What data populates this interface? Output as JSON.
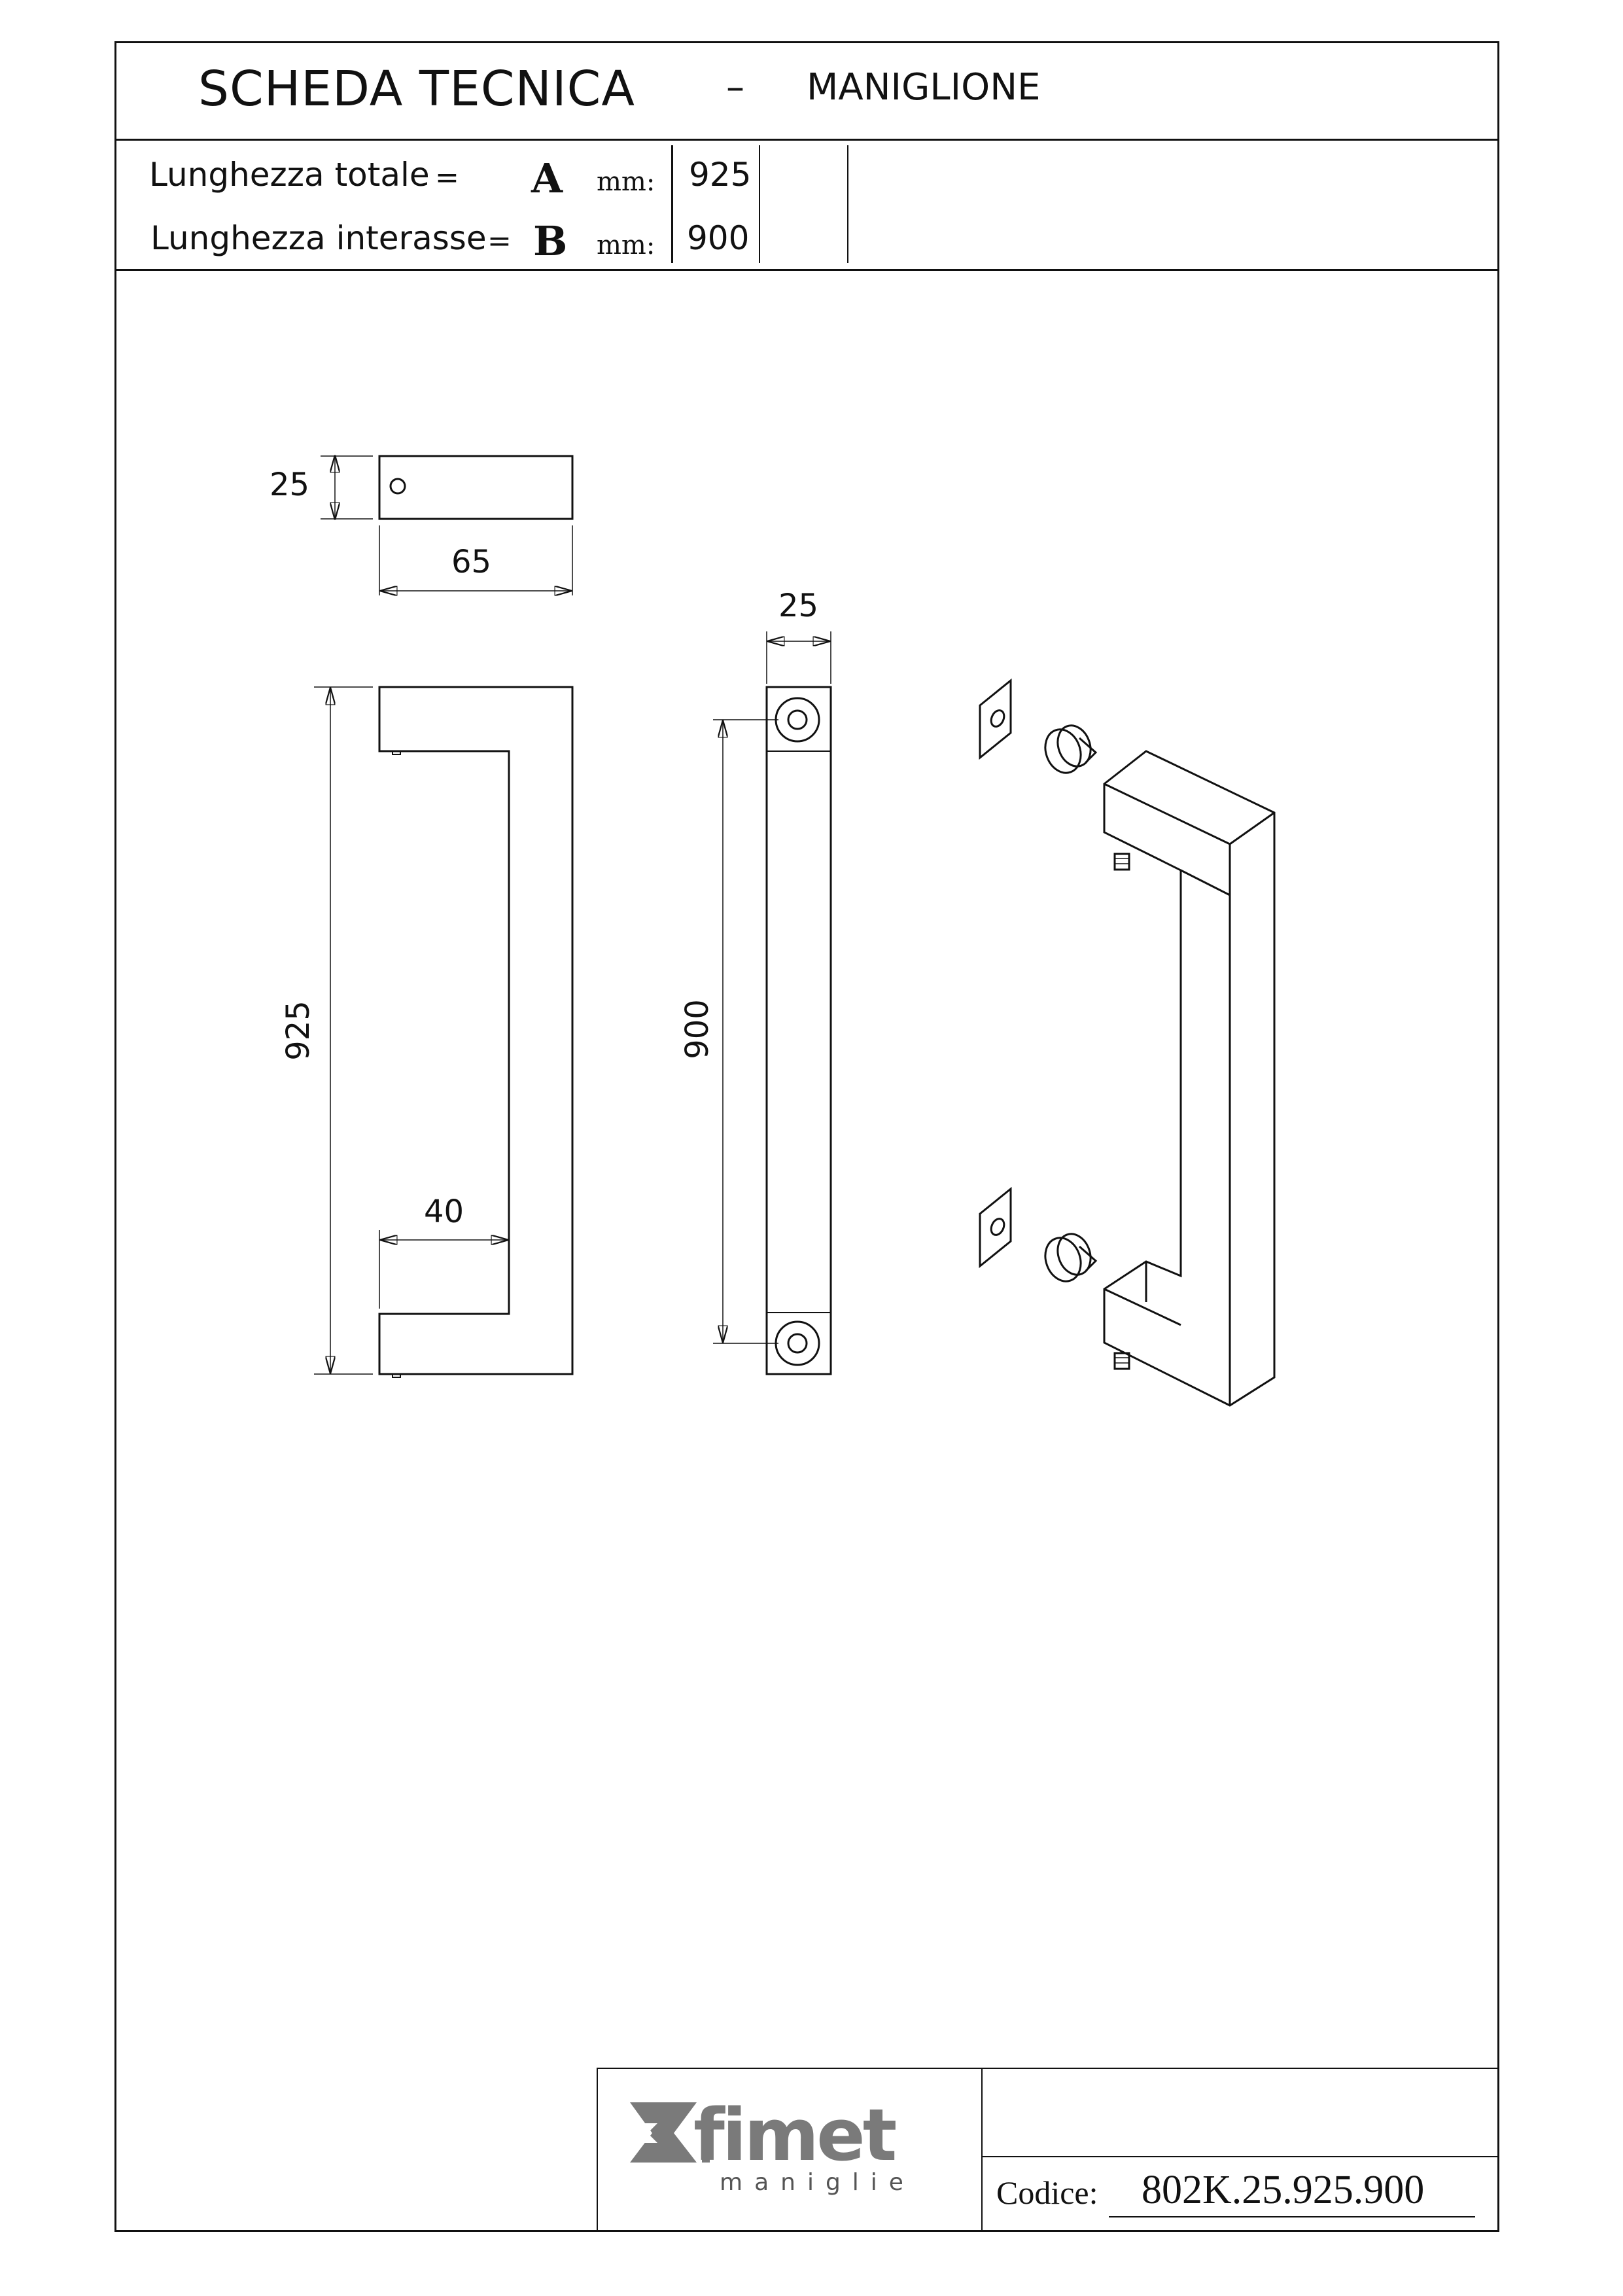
{
  "header": {
    "title": "SCHEDA TECNICA",
    "separator": "–",
    "subtitle": "MANIGLIONE"
  },
  "specs": [
    {
      "label": "Lunghezza totale",
      "eq": "=",
      "letter": "A",
      "unit": "mm:",
      "value": "925"
    },
    {
      "label": "Lunghezza interasse",
      "eq": "=",
      "letter": "B",
      "unit": "mm:",
      "value": "900"
    }
  ],
  "dimensions": {
    "top_height": "25",
    "top_width": "65",
    "total_length": "925",
    "inner_depth": "40",
    "side_width": "25",
    "centers": "900"
  },
  "footer": {
    "logo_brand": "fimet",
    "logo_sub": "maniglie",
    "code_label": "Codice:",
    "code_value": "802K.25.925.900"
  },
  "colors": {
    "line": "#111111",
    "logo_gray": "#7a7a7a"
  }
}
